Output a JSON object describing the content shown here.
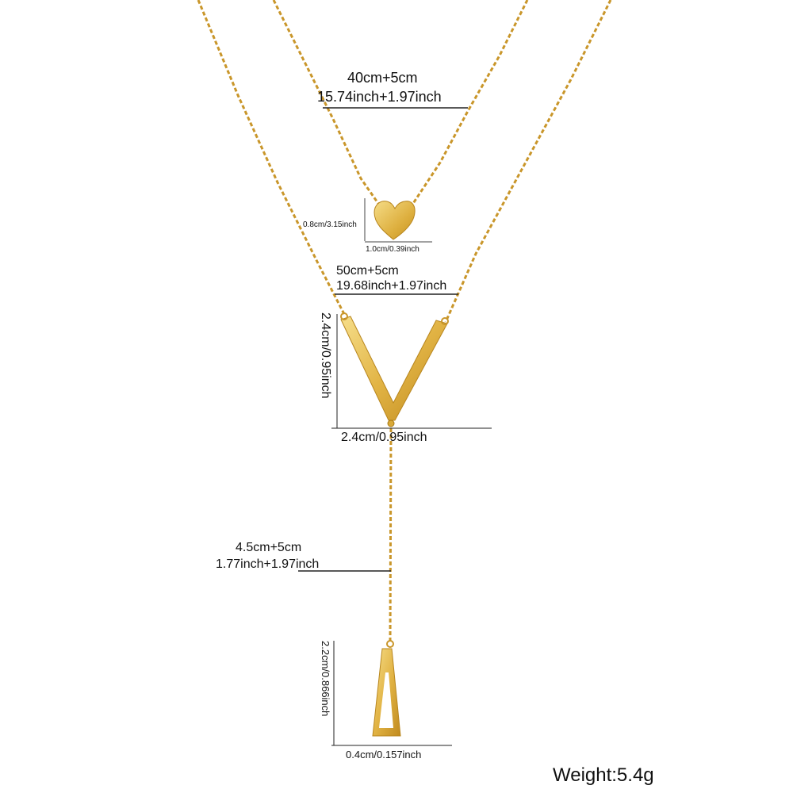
{
  "colors": {
    "gold": "#d9a938",
    "gold_dark": "#b8861e",
    "gold_light": "#f3d77a",
    "line": "#222222"
  },
  "labels": {
    "chain1_cm": "40cm+5cm",
    "chain1_inch": "15.74inch+1.97inch",
    "heart_height": "0.8cm/3.15inch",
    "heart_width": "1.0cm/0.39inch",
    "chain2_cm": "50cm+5cm",
    "chain2_inch": "19.68inch+1.97inch",
    "v_height": "2.4cm/0.95inch",
    "v_width": "2.4cm/0.95inch",
    "drop_cm": "4.5cm+5cm",
    "drop_inch": "1.77inch+1.97inch",
    "tri_height": "2.2cm/0.866inch",
    "tri_width": "0.4cm/0.157inch",
    "weight": "Weight:5.4g"
  }
}
